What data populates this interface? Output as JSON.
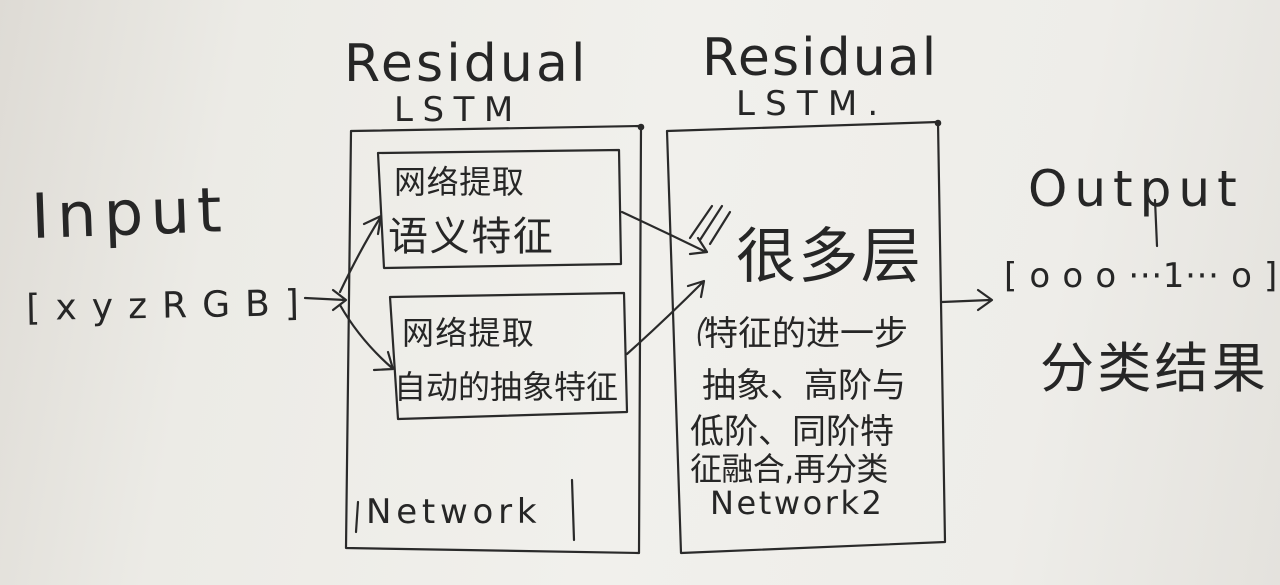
{
  "input": {
    "title": "Input",
    "vector": "[ x  y z R G B ]"
  },
  "network1": {
    "header_line1": "Residual",
    "header_line2": "LSTM",
    "box1_line1": "网络提取",
    "box1_line2": "语义特征",
    "box2_line1": "网络提取",
    "box2_line2": "自动的抽象特征",
    "footer": "Network"
  },
  "network2": {
    "header_line1": "Residual",
    "header_line2": "LSTM.",
    "big_text": "很多层",
    "desc_lines": [
      "特征的进一步",
      "抽象、高阶与",
      "低阶、同阶特",
      "征融合,再分类"
    ],
    "footer": "Network2"
  },
  "output": {
    "title": "Output",
    "vector": "[ o o o ···1··· o ]",
    "label": "分类结果"
  }
}
